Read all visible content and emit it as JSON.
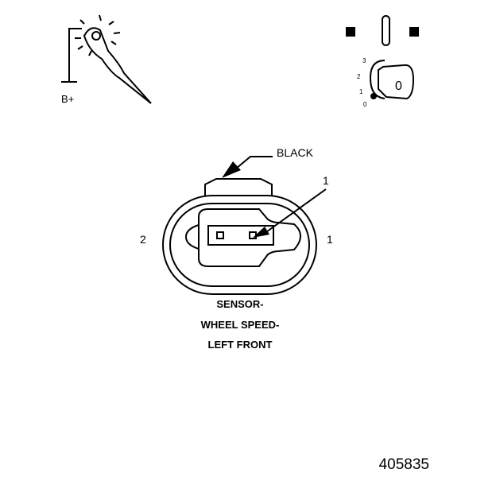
{
  "probe": {
    "supply_label": "B+"
  },
  "ignition": {
    "positions": [
      "3",
      "2",
      "1",
      "0"
    ],
    "key_marking": "0"
  },
  "connector": {
    "color_label": "BLACK",
    "callout": "1",
    "cavity_left": "2",
    "cavity_right": "1"
  },
  "caption": {
    "line1": "SENSOR-",
    "line2": "WHEEL SPEED-",
    "line3": "LEFT FRONT"
  },
  "figure_number": "405835"
}
